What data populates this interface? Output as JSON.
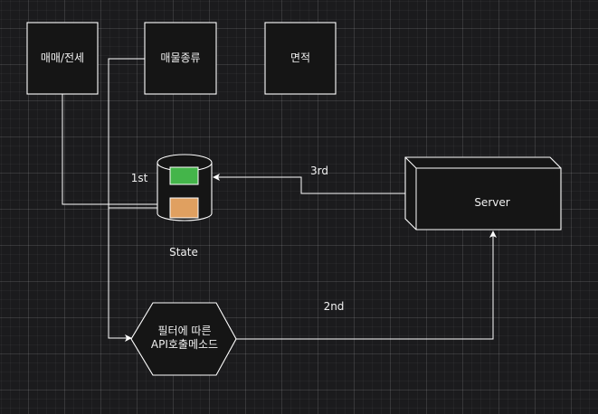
{
  "nodes": {
    "box1": {
      "label": "매매/전세"
    },
    "box2": {
      "label": "매물종류"
    },
    "box3": {
      "label": "면적"
    },
    "state": {
      "label": "State"
    },
    "server": {
      "label": "Server"
    },
    "method": {
      "line1": "필터에 따른",
      "line2": "API호출메소드"
    }
  },
  "edge_labels": {
    "first": "1st",
    "second": "2nd",
    "third": "3rd"
  },
  "colors": {
    "background": "#1b1b1d",
    "stroke": "#ffffff",
    "state_top": "#44b54a",
    "state_bottom": "#e0a060"
  }
}
